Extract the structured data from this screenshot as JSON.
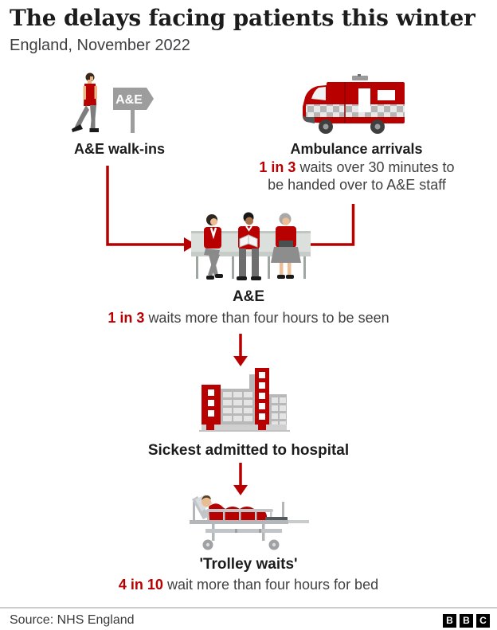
{
  "header": {
    "title": "The delays facing patients this winter",
    "subtitle": "England, November 2022"
  },
  "walkins": {
    "label": "A&E walk-ins",
    "sign_text": "A&E"
  },
  "ambulance": {
    "label": "Ambulance arrivals",
    "stat_value": "1 in 3",
    "stat_line1": "waits over 30 minutes to",
    "stat_line2": "be handed over to A&E staff"
  },
  "ae": {
    "label": "A&E",
    "stat_value": "1 in 3",
    "stat_text": "waits more than four hours to be seen"
  },
  "hospital": {
    "label": "Sickest admitted to hospital"
  },
  "trolley": {
    "label": "'Trolley waits'",
    "stat_value": "4 in 10",
    "stat_text": "wait more than four hours for bed"
  },
  "footer": {
    "source": "Source: NHS England",
    "logo_letters": [
      "B",
      "B",
      "C"
    ]
  },
  "icons": {
    "walkins": "person-walking-to-ae-signpost",
    "ambulance": "ambulance-side-view",
    "ae_waiting": "three-patients-seated-waiting-room",
    "hospital": "hospital-building",
    "trolley": "patient-on-hospital-trolley"
  },
  "colors": {
    "red": "#b80000",
    "dark_text": "#1c1c1c",
    "body_text": "#404040"
  }
}
